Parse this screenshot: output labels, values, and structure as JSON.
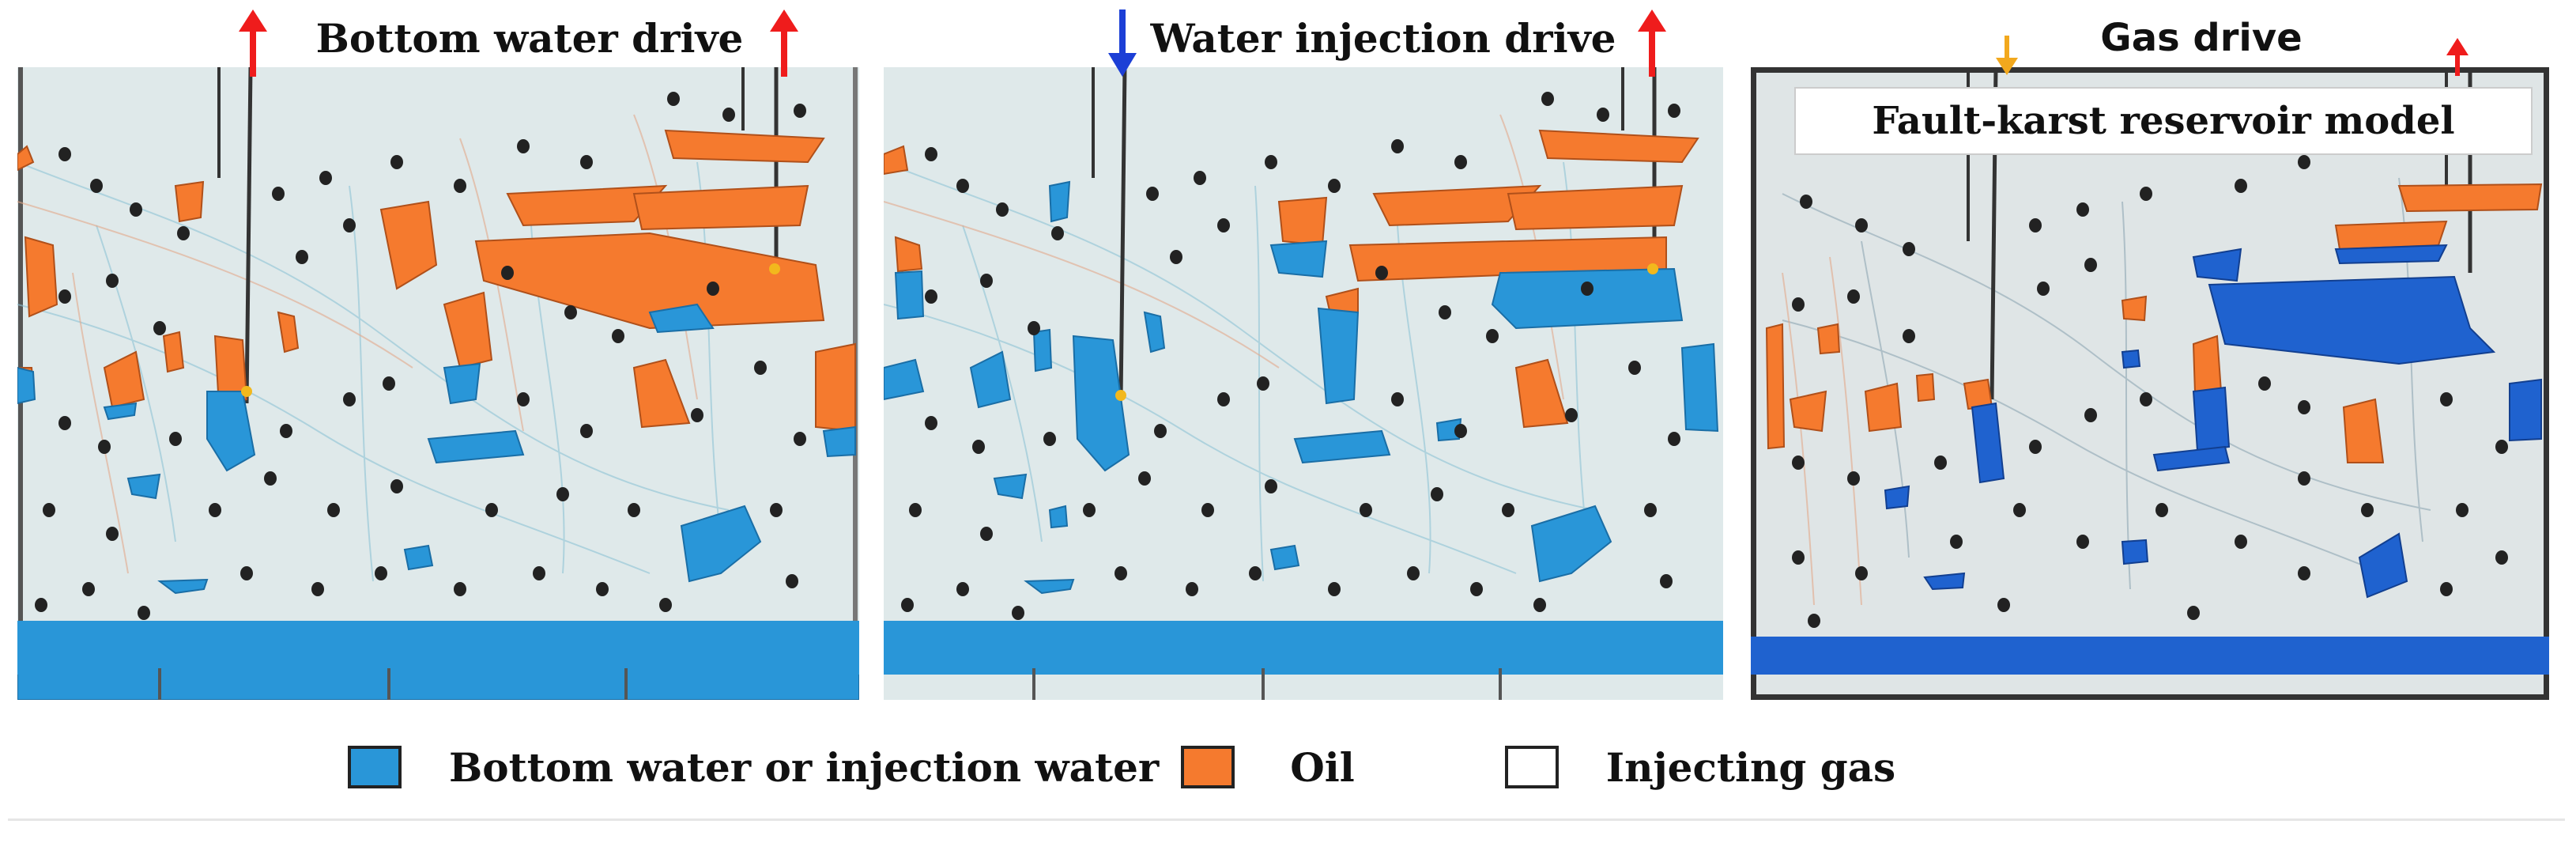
{
  "panels": [
    {
      "title": "Bottom water drive"
    },
    {
      "title": "Water injection drive"
    },
    {
      "title": "Gas drive",
      "model_label": "Fault-karst reservoir model"
    }
  ],
  "legend": [
    {
      "label": "Bottom water or injection water",
      "color": "#2996d8"
    },
    {
      "label": "Oil",
      "color": "#f57a2e"
    },
    {
      "label": "Injecting gas",
      "color": "#ffffff"
    }
  ],
  "colors": {
    "water": "#2996d8",
    "gas_drive_water": "#1f62cf",
    "oil": "#f57a2e",
    "background": "#dfe9ea",
    "production_arrow": "#ef1c1c",
    "injection_arrow_water": "#1c3fd6",
    "injection_arrow_gas": "#f2a81d"
  }
}
